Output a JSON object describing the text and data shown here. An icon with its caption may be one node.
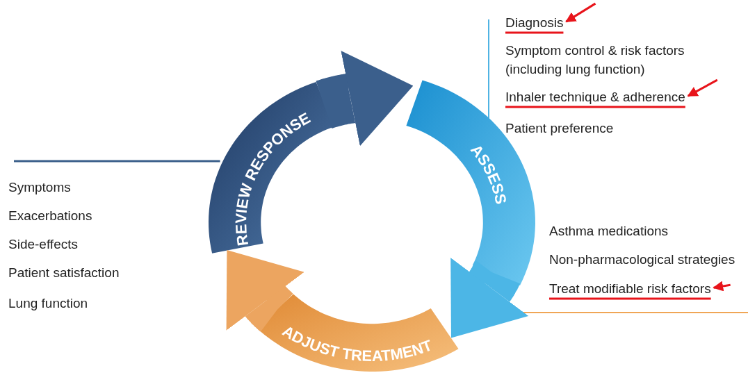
{
  "diagram": {
    "nodes": [
      {
        "text": [
          "Diagnosis"
        ]
      },
      {
        "text": [
          "Symptom control & risk factors (including lung function)"
        ]
      },
      {
        "text": [
          "Inhaler technique & adherence"
        ]
      },
      {
        "text": [
          "Patient preference"
        ]
      },
      {
        "text": [
          "REVIEW RESPONSE"
        ]
      },
      {
        "text": [
          "ASSESS"
        ]
      },
      {
        "text": [
          "Symptoms"
        ]
      },
      {
        "text": [
          "Exacerbations"
        ]
      },
      {
        "text": [
          "Side-effects"
        ]
      },
      {
        "text": [
          "Patient satisfaction"
        ]
      },
      {
        "text": [
          "Asthma medications"
        ]
      },
      {
        "text": [
          "Non-pharmacological strategies"
        ]
      },
      {
        "text": [
          "Treat modifiable risk factors"
        ]
      },
      {
        "text": [
          "Lung function"
        ]
      },
      {
        "text": [
          "ADJUST TREATMENT"
        ]
      }
    ],
    "edges": [
      {
        "from": null,
        "to": 0,
        "arrow": "to",
        "color": "#e8141b"
      },
      {
        "from": null,
        "to": 2,
        "arrow": "to",
        "color": "#e8141b"
      },
      {
        "from": null,
        "to": 12,
        "arrow": "to",
        "color": "#e8141b"
      },
      {
        "from": 4,
        "to": 5,
        "arrow": "to",
        "style": "thick",
        "color": "#3b5f8c"
      },
      {
        "from": 5,
        "to": 14,
        "arrow": "to",
        "style": "thick",
        "color": "#4cb6e6"
      },
      {
        "from": 14,
        "to": 4,
        "arrow": "to",
        "style": "thick",
        "color": "#eca560"
      }
    ]
  }
}
